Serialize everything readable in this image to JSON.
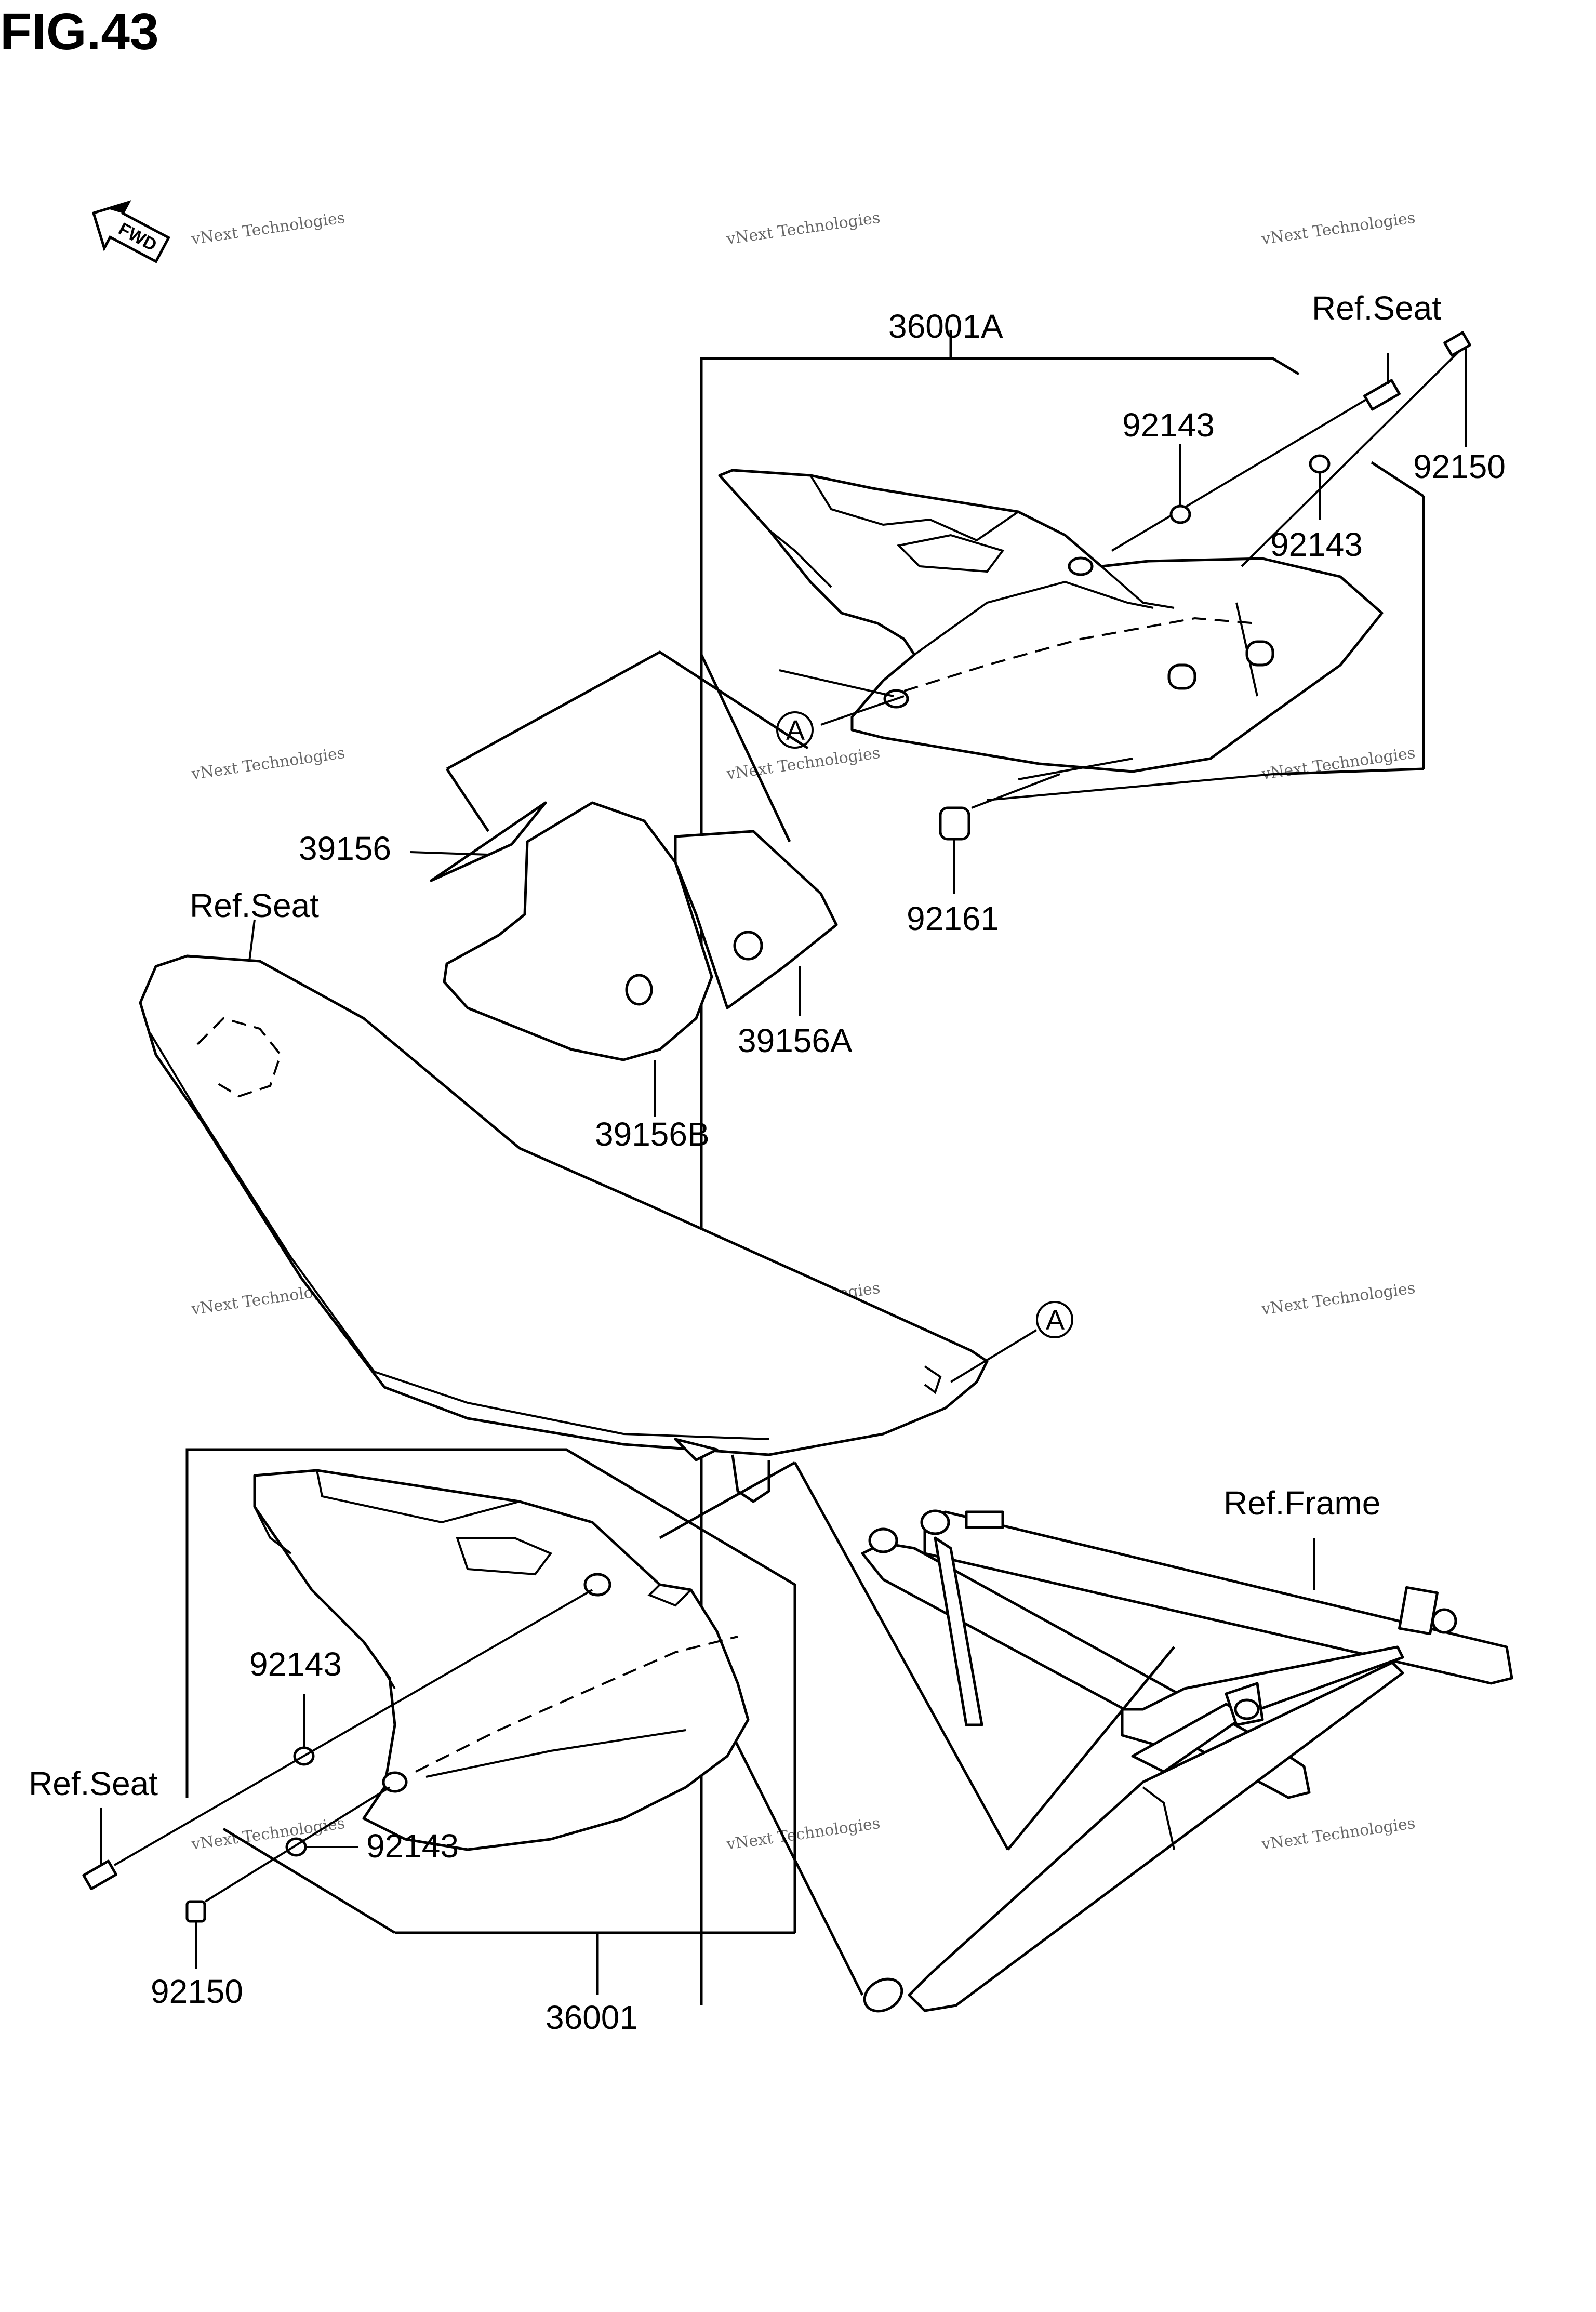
{
  "figure": {
    "title": "FIG.43"
  },
  "fwd_label": "FWD",
  "watermark": {
    "line1": "vNext Technologies",
    "line2": "vNext\nTechnologies"
  },
  "labels": {
    "ref_seat_top": "Ref.Seat",
    "part_36001A": "36001A",
    "part_92143_a": "92143",
    "part_92150_a": "92150",
    "part_92143_b": "92143",
    "ref_a_top": "A",
    "part_92161": "92161",
    "part_39156": "39156",
    "part_39156A": "39156A",
    "part_39156B": "39156B",
    "ref_seat_mid": "Ref.Seat",
    "ref_a_mid": "A",
    "ref_frame": "Ref.Frame",
    "part_92143_c": "92143",
    "part_92143_d": "92143",
    "ref_seat_low": "Ref.Seat",
    "part_92150_b": "92150",
    "part_36001": "36001"
  }
}
